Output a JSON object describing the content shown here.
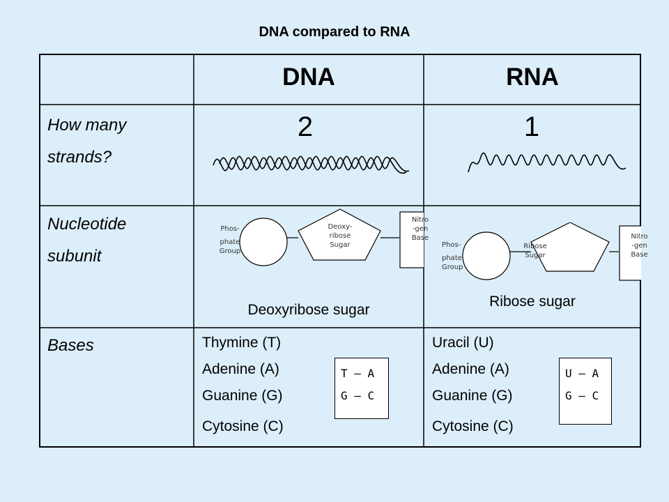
{
  "title": "DNA compared to RNA",
  "headers": {
    "dna": "DNA",
    "rna": "RNA"
  },
  "rows": {
    "strands": {
      "label_line1": "How many",
      "label_line2": "strands?",
      "dna_value": "2",
      "rna_value": "1"
    },
    "nucleotide": {
      "label_line1": "Nucleotide",
      "label_line2": "subunit",
      "dna_caption": "Deoxyribose sugar",
      "rna_caption": "Ribose sugar",
      "dna_diagram": {
        "phosphate": [
          "Phos-",
          "phate",
          "Group"
        ],
        "sugar": [
          "Deoxy-",
          "ribose",
          "Sugar"
        ],
        "base": [
          "Nitro",
          "-gen",
          "Base"
        ]
      },
      "rna_diagram": {
        "phosphate": [
          "Phos-",
          "phate",
          "Group"
        ],
        "sugar": [
          "Ribose",
          "Sugar"
        ],
        "base": [
          "Nitro",
          "-gen",
          "Base"
        ]
      }
    },
    "bases": {
      "label": "Bases",
      "dna_bases": [
        "Thymine (T)",
        "Adenine (A)",
        "Guanine (G)",
        "Cytosine (C)"
      ],
      "rna_bases": [
        "Uracil (U)",
        "Adenine (A)",
        "Guanine (G)",
        "Cytosine (C)"
      ],
      "dna_pairs": [
        "T – A",
        "G – C"
      ],
      "rna_pairs": [
        "U – A",
        "G – C"
      ]
    }
  }
}
